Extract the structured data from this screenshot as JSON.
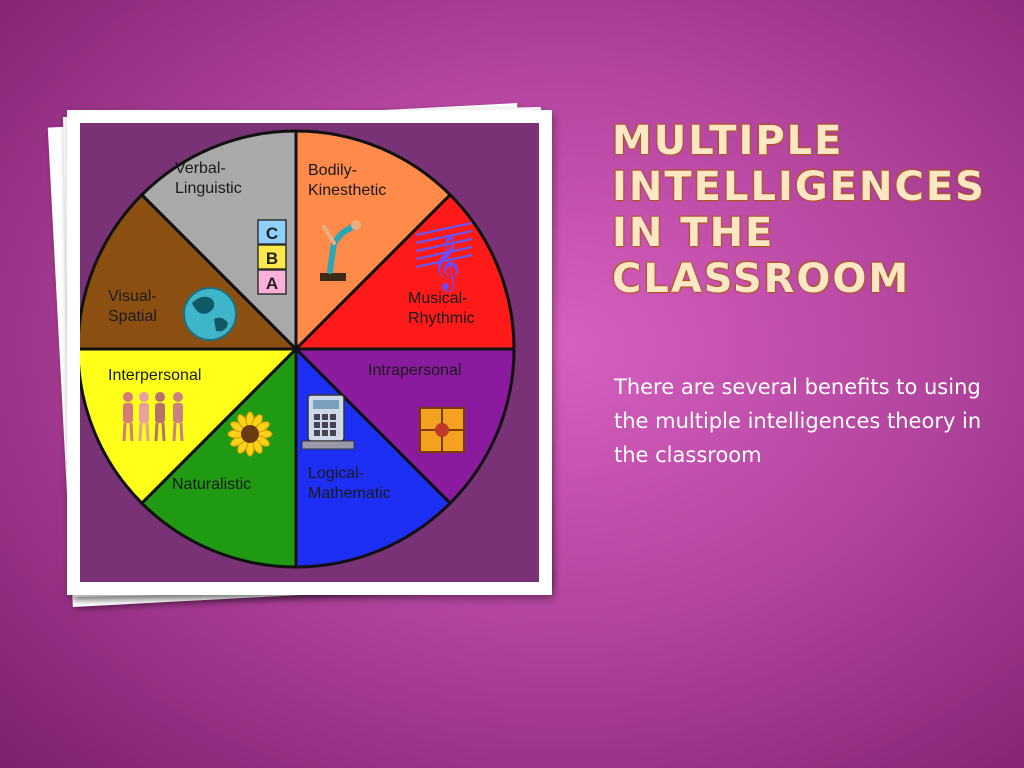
{
  "slide": {
    "title": "Multiple\nIntelligences\nin the\nClassroom",
    "body": "There are several benefits to using the multiple intelligences theory in the classroom"
  },
  "wheel": {
    "segments": [
      {
        "label_lines": [
          "Bodily-",
          "Kinesthetic"
        ],
        "color": "#ff8a4a",
        "icon": "gymnast-icon"
      },
      {
        "label_lines": [
          "Musical-",
          "Rhythmic"
        ],
        "color": "#ff1a1a",
        "icon": "music-notes-icon"
      },
      {
        "label_lines": [
          "Intrapersonal"
        ],
        "color": "#8a1a9e",
        "icon": "self-reflection-icon"
      },
      {
        "label_lines": [
          "Logical-",
          "Mathematic"
        ],
        "color": "#1e2ff5",
        "icon": "calculator-icon"
      },
      {
        "label_lines": [
          "Naturalistic"
        ],
        "color": "#1f9a12",
        "icon": "sunflower-icon"
      },
      {
        "label_lines": [
          "Interpersonal"
        ],
        "color": "#ffff1a",
        "icon": "people-group-icon"
      },
      {
        "label_lines": [
          "Visual-",
          "Spatial"
        ],
        "color": "#8b4f12",
        "icon": "globe-icon"
      },
      {
        "label_lines": [
          "Verbal-",
          "Linguistic"
        ],
        "color": "#a9a9a9",
        "icon": "abc-blocks-icon"
      }
    ],
    "block_letters": [
      "C",
      "B",
      "A"
    ]
  }
}
